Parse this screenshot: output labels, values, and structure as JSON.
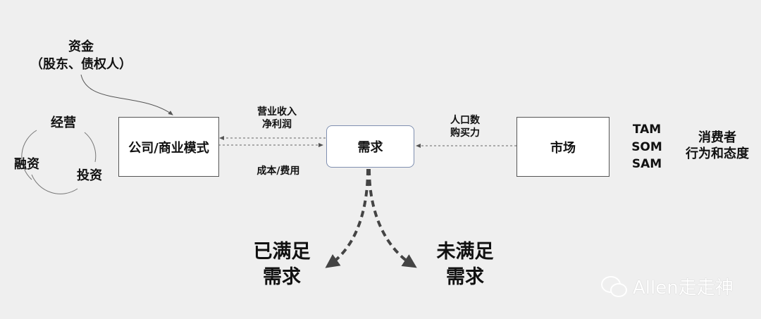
{
  "funding": {
    "line1": "资金",
    "line2": "（股东、债权人）"
  },
  "cycle": {
    "operate": "经营",
    "finance": "融资",
    "invest": "投资"
  },
  "company_box": "公司/商业模式",
  "demand_box": "需求",
  "market_box": "市场",
  "revenue_labels": {
    "line1": "营业收入",
    "line2": "净利润"
  },
  "cost_label": "成本/费用",
  "market_labels": {
    "line1": "人口数",
    "line2": "购买力"
  },
  "market_sizes": [
    "TAM",
    "SOM",
    "SAM"
  ],
  "consumer": {
    "line1": "消费者",
    "line2": "行为和态度"
  },
  "met_demand": {
    "line1": "已满足",
    "line2": "需求"
  },
  "unmet_demand": {
    "line1": "未满足",
    "line2": "需求"
  },
  "watermark": "Allen走走神"
}
